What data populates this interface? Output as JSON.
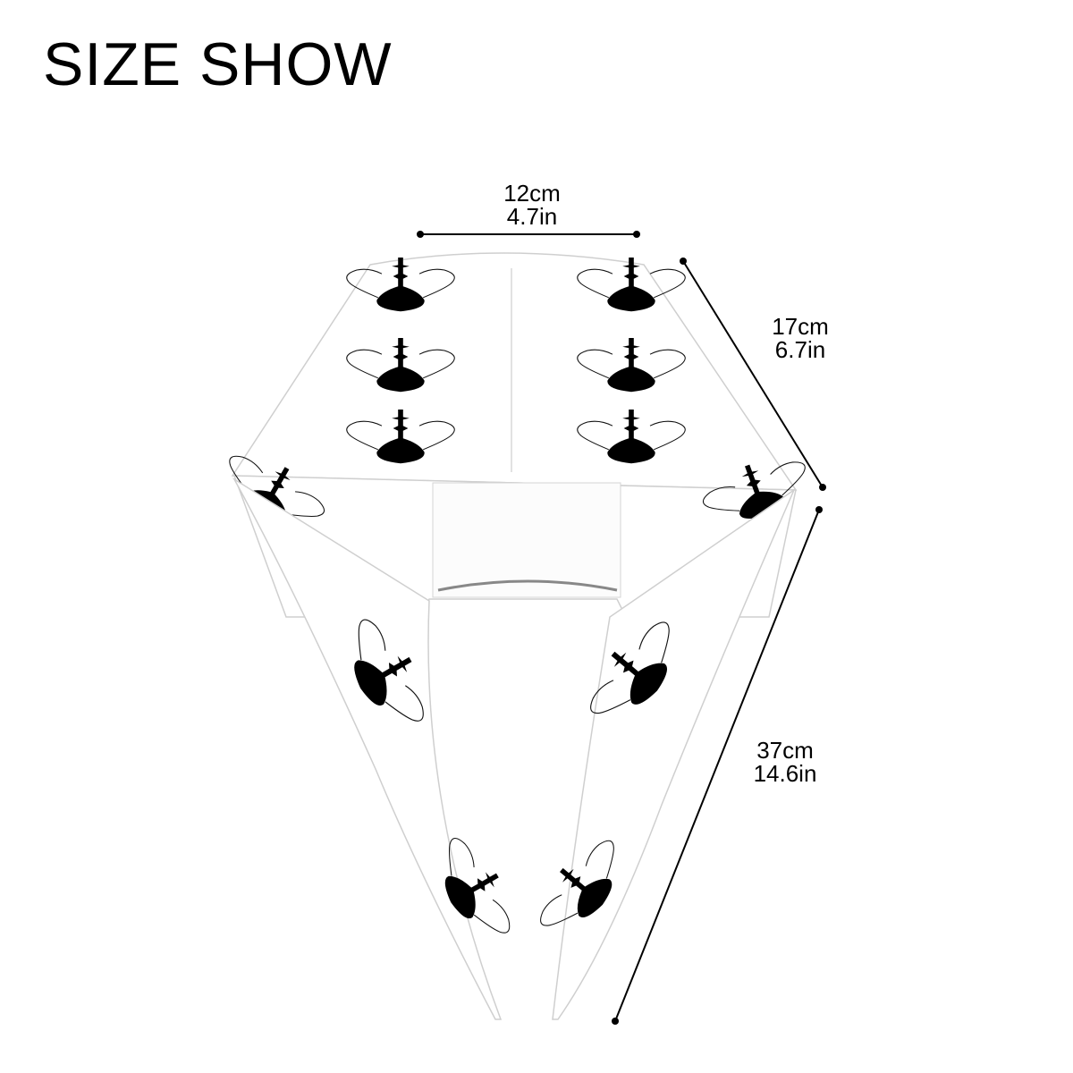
{
  "title": "SIZE SHOW",
  "dimensions": {
    "width": {
      "metric": "12cm",
      "imperial": "4.7in"
    },
    "depth": {
      "metric": "17cm",
      "imperial": "6.7in"
    },
    "length": {
      "metric": "37cm",
      "imperial": "14.6in"
    }
  },
  "colors": {
    "ink": "#000000",
    "fabric": "#ffffff",
    "outline": "#cfcfcf"
  },
  "pattern": "hookah-silhouette"
}
